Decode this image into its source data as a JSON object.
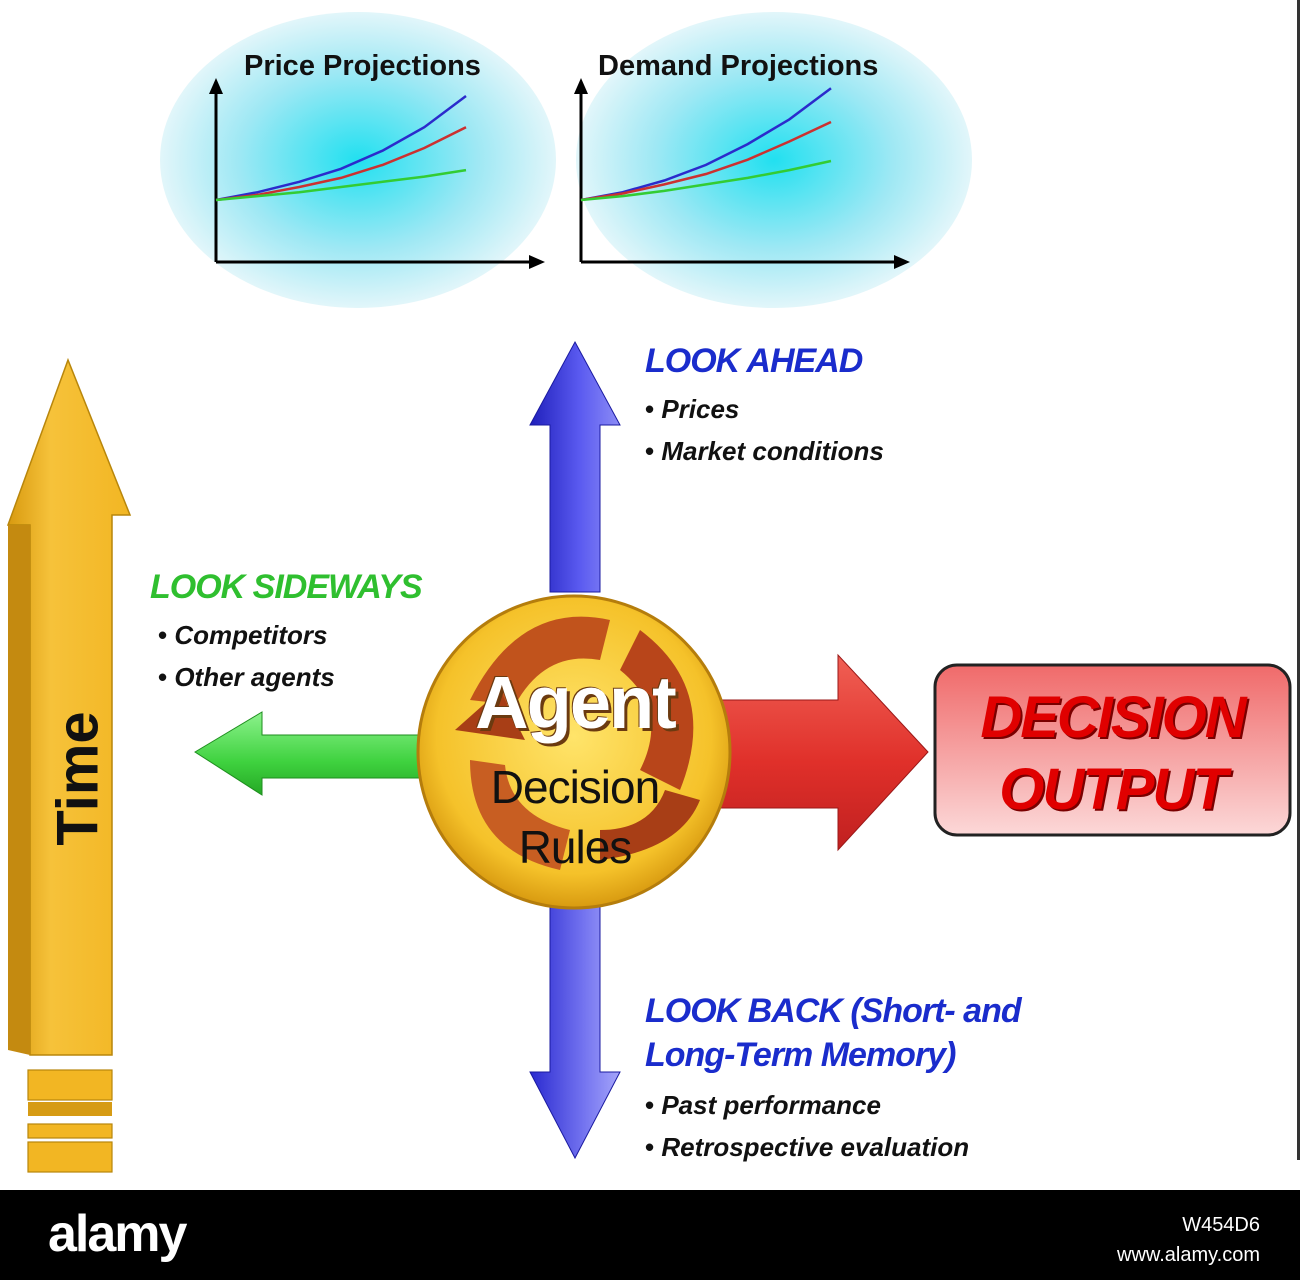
{
  "charts": [
    {
      "title": "Price Projections",
      "chart_data": {
        "type": "line",
        "title": "Price Projections",
        "x": [
          0,
          1,
          2,
          3,
          4,
          5,
          6
        ],
        "series": [
          {
            "color": "#2b2bcc",
            "values": [
              0,
              0.06,
              0.14,
              0.24,
              0.38,
              0.56,
              0.8
            ]
          },
          {
            "color": "#cc3030",
            "values": [
              0,
              0.04,
              0.1,
              0.17,
              0.27,
              0.4,
              0.56
            ]
          },
          {
            "color": "#33cc33",
            "values": [
              0,
              0.03,
              0.06,
              0.1,
              0.14,
              0.18,
              0.23
            ]
          }
        ],
        "ylim": [
          0,
          1
        ],
        "grid": false
      }
    },
    {
      "title": "Demand Projections",
      "chart_data": {
        "type": "line",
        "title": "Demand Projections",
        "x": [
          0,
          1,
          2,
          3,
          4,
          5,
          6
        ],
        "series": [
          {
            "color": "#2b2bcc",
            "values": [
              0,
              0.06,
              0.15,
              0.27,
              0.43,
              0.62,
              0.86
            ]
          },
          {
            "color": "#cc3030",
            "values": [
              0,
              0.05,
              0.12,
              0.2,
              0.31,
              0.45,
              0.6
            ]
          },
          {
            "color": "#33cc33",
            "values": [
              0,
              0.03,
              0.07,
              0.12,
              0.17,
              0.23,
              0.3
            ]
          }
        ],
        "ylim": [
          0,
          1
        ],
        "grid": false
      }
    }
  ],
  "look_ahead": {
    "heading": "LOOK AHEAD",
    "items": [
      "Prices",
      "Market conditions"
    ]
  },
  "look_sideways": {
    "heading": "LOOK SIDEWAYS",
    "items": [
      "Competitors",
      "Other agents"
    ]
  },
  "look_back": {
    "heading_line1": "LOOK BACK (Short- and",
    "heading_line2": "Long-Term Memory)",
    "items": [
      "Past performance",
      "Retrospective evaluation"
    ]
  },
  "agent": {
    "title": "Agent",
    "line1": "Decision",
    "line2": "Rules"
  },
  "output": {
    "line1": "DECISION",
    "line2": "OUTPUT"
  },
  "time_label": "Time",
  "colors": {
    "blue_arrow": "#3f3fd8",
    "green_arrow": "#3fd23f",
    "red_arrow": "#e0302a",
    "time_arrow": "#f2b623",
    "heading_blue": "#1a2ccc",
    "heading_green": "#2fbf2f",
    "bubble": "#bff0f8"
  },
  "footer": {
    "brand": "alamy",
    "image_id": "W454D6",
    "site": "www.alamy.com"
  }
}
